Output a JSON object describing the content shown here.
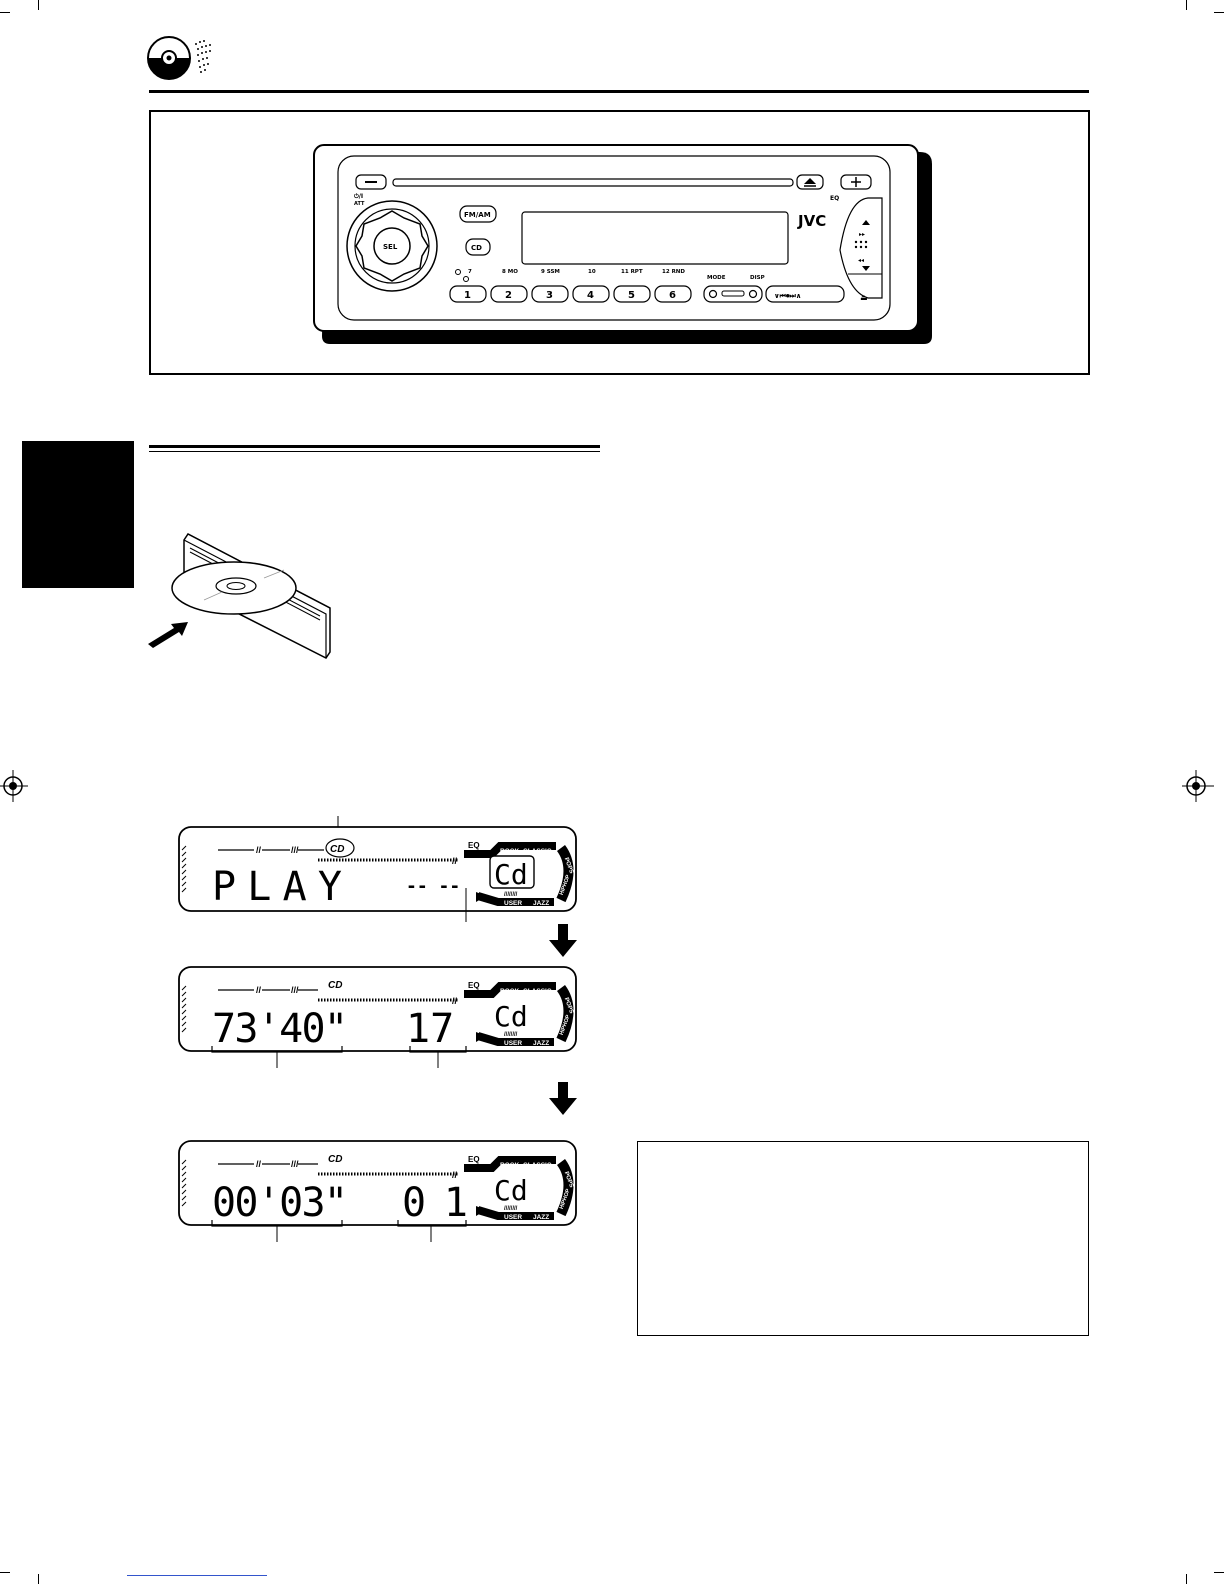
{
  "radio": {
    "brand": "JVC",
    "att_label": "ATT",
    "eq_label": "EQ",
    "fm_am_label": "FM/AM",
    "cd_label": "CD",
    "sel_label": "SEL",
    "mode_label": "MODE",
    "disp_label": "DISP",
    "preset_labels": [
      "7",
      "8 MO",
      "9 SSM",
      "10",
      "11 RPT",
      "12 RND"
    ],
    "preset_numbers": [
      "1",
      "2",
      "3",
      "4",
      "5",
      "6"
    ]
  },
  "displays": [
    {
      "main": "PLAY",
      "dash": "-- --",
      "source": "Cd"
    },
    {
      "main": "73'40\"",
      "track": "17",
      "source": "Cd"
    },
    {
      "main": "00'03\"",
      "track": "01",
      "source": "Cd"
    }
  ],
  "display_labels": {
    "cd": "CD",
    "eq": "EQ",
    "rock": "ROCK",
    "classic": "CLASSIC",
    "pops": "POPS",
    "hiphop": "HIPHOP",
    "user": "USER",
    "jazz": "JAZZ"
  }
}
